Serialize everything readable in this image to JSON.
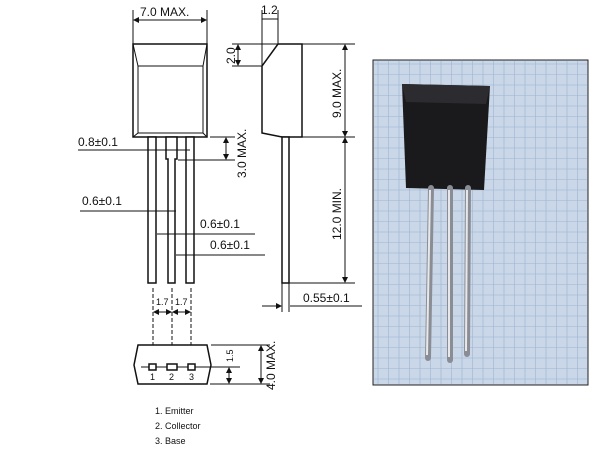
{
  "dimensions": {
    "width_max": "7.0 MAX.",
    "chamfer_width": "1.2",
    "chamfer_height": "2.0",
    "body_height_max": "9.0 MAX.",
    "lead_length_min": "12.0 MIN.",
    "lead_transition_max": "3.0 MAX.",
    "center_lead_width": "0.8±0.1",
    "lead_width_1": "0.6±0.1",
    "lead_width_2": "0.6±0.1",
    "lead_width_3": "0.6±0.1",
    "lead_thickness": "0.55±0.1",
    "pitch_1": "1.7",
    "pitch_2": "1.7",
    "lead_offset": "1.5",
    "depth_max": "4.0 MAX."
  },
  "pins": {
    "p1": "1",
    "p2": "2",
    "p3": "3"
  },
  "legend": [
    "1.  Emitter",
    "2.  Collector",
    "3.  Base"
  ],
  "colors": {
    "photo_bg": "#c9d7e8",
    "grid": "#9fb3cf",
    "body": "#1a1a1c"
  }
}
